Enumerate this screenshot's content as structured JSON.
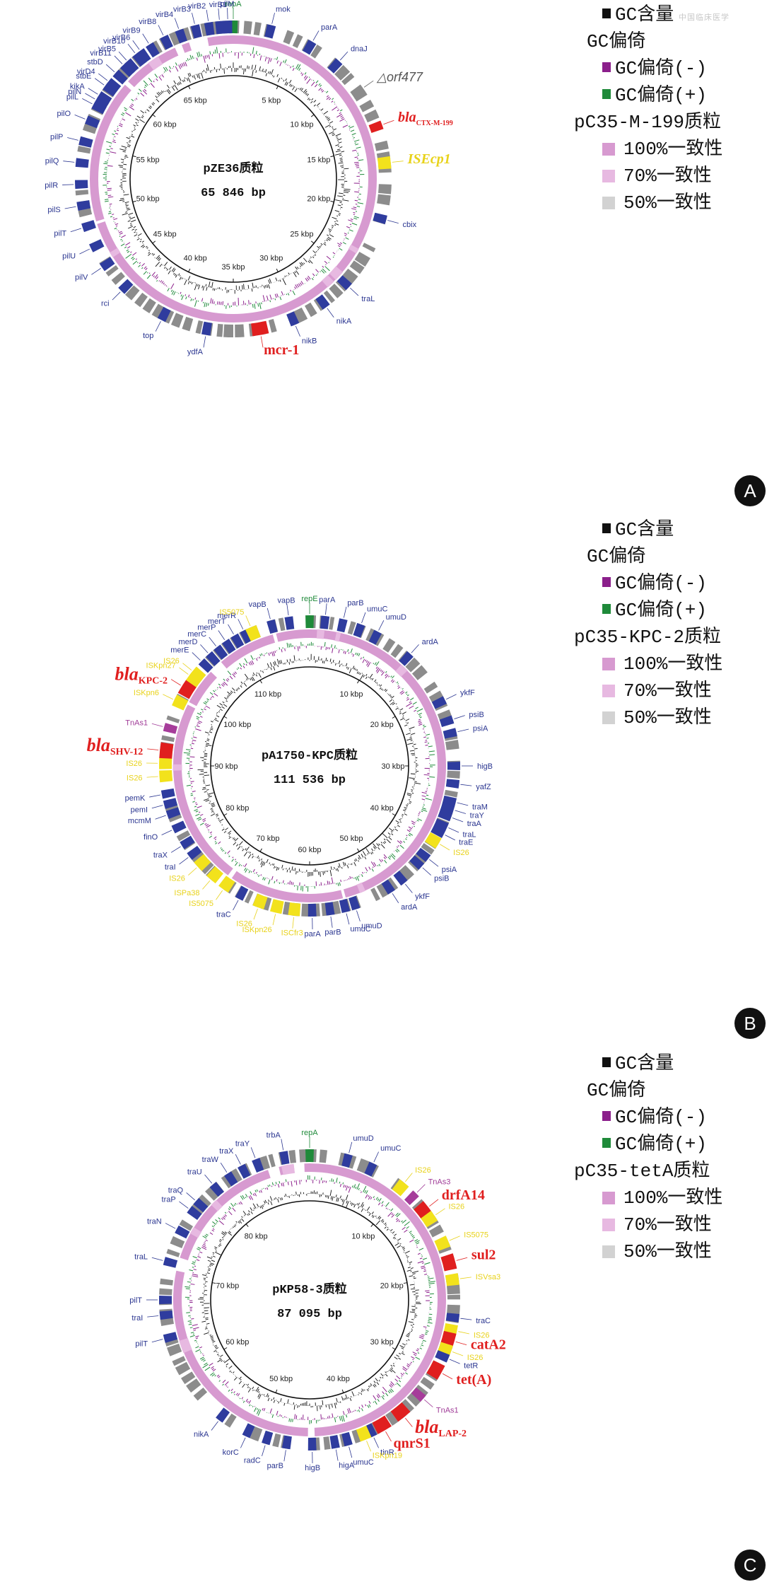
{
  "watermark": "中国临床医学",
  "colors": {
    "gene_blue": "#2f3c9e",
    "gene_gray": "#8c8c8c",
    "gene_red": "#e01f1f",
    "gene_yellow": "#f2e21c",
    "gene_magenta": "#a63c9a",
    "gene_green": "#1f8a3a",
    "label_blue": "#2a3590",
    "label_red": "#e01f1f",
    "label_yellow": "#e8d21a",
    "label_magenta": "#a03c98",
    "label_green": "#1f8a3a",
    "ring_pink": "#d79ad0",
    "ring_light_pink": "#e7b9e1",
    "ring_gray": "#d2d2d2",
    "skew_minus": "#8b1f8b",
    "skew_plus": "#1f8a3a",
    "gc_black": "#111111"
  },
  "panels": [
    {
      "letter": "A",
      "plasmid_name": "pZE36质粒",
      "plasmid_size": "65 846 bp",
      "kbp_labels": [
        "5 kbp",
        "10 kbp",
        "15 kbp",
        "20 kbp",
        "25 kbp",
        "30 kbp",
        "35 kbp",
        "40 kbp",
        "45 kbp",
        "50 kbp",
        "55 kbp",
        "60 kbp",
        "65 kbp"
      ],
      "legend": {
        "gc_content": "GC含量",
        "gc_skew": "GC偏倚",
        "skew_minus": "GC偏倚(-)",
        "skew_plus": "GC偏倚(+)",
        "reference": "pC35-M-199质粒",
        "id100": "100%一致性",
        "id70": "70%一致性",
        "id50": "50%一致性"
      },
      "genes": [
        {
          "label": "repA",
          "color": "green"
        },
        {
          "label": "mok",
          "color": "blue"
        },
        {
          "label": "parA",
          "color": "blue"
        },
        {
          "label": "dnaJ",
          "color": "blue"
        },
        {
          "label": "△orf477",
          "color": "gray",
          "special": "orf"
        },
        {
          "label": "bla",
          "sub": "CTX-M-199",
          "color": "red",
          "special": "bla"
        },
        {
          "label": "ISEcp1",
          "color": "yellow",
          "special": "isecp"
        },
        {
          "label": "cbix",
          "color": "blue"
        },
        {
          "label": "traL",
          "color": "blue"
        },
        {
          "label": "nikA",
          "color": "blue"
        },
        {
          "label": "nikB",
          "color": "blue"
        },
        {
          "label": "mcr-1",
          "color": "red",
          "special": "big"
        },
        {
          "label": "ydfA",
          "color": "blue"
        },
        {
          "label": "top",
          "color": "blue"
        },
        {
          "label": "rci",
          "color": "blue"
        },
        {
          "label": "pilV",
          "color": "blue"
        },
        {
          "label": "pilU",
          "color": "blue"
        },
        {
          "label": "pilT",
          "color": "blue"
        },
        {
          "label": "pilS",
          "color": "blue"
        },
        {
          "label": "pilR",
          "color": "blue"
        },
        {
          "label": "pilQ",
          "color": "blue"
        },
        {
          "label": "pilP",
          "color": "blue"
        },
        {
          "label": "pilO",
          "color": "blue"
        },
        {
          "label": "pilN",
          "color": "blue"
        },
        {
          "label": "virD4",
          "color": "blue"
        },
        {
          "label": "virB11",
          "color": "blue"
        },
        {
          "label": "virB10",
          "color": "blue"
        },
        {
          "label": "virB9",
          "color": "blue"
        },
        {
          "label": "virB8",
          "color": "blue"
        },
        {
          "label": "virB4",
          "color": "blue"
        },
        {
          "label": "virB3",
          "color": "blue"
        },
        {
          "label": "virB2",
          "color": "blue"
        },
        {
          "label": "virB1",
          "color": "blue"
        },
        {
          "label": "pilM",
          "color": "blue"
        },
        {
          "label": "pilL",
          "color": "blue"
        },
        {
          "label": "kikA",
          "color": "blue"
        },
        {
          "label": "stbE",
          "color": "blue"
        },
        {
          "label": "stbD",
          "color": "blue"
        },
        {
          "label": "virB5",
          "color": "blue"
        },
        {
          "label": "virB6",
          "color": "blue"
        }
      ]
    },
    {
      "letter": "B",
      "plasmid_name": "pA1750-KPC质粒",
      "plasmid_size": "111 536 bp",
      "kbp_labels": [
        "10 kbp",
        "20 kbp",
        "30 kbp",
        "40 kbp",
        "50 kbp",
        "60 kbp",
        "70 kbp",
        "80 kbp",
        "90 kbp",
        "100 kbp",
        "110 kbp"
      ],
      "legend": {
        "gc_content": "GC含量",
        "gc_skew": "GC偏倚",
        "skew_minus": "GC偏倚(-)",
        "skew_plus": "GC偏倚(+)",
        "reference": "pC35-KPC-2质粒",
        "id100": "100%一致性",
        "id70": "70%一致性",
        "id50": "50%一致性"
      },
      "genes": [
        {
          "label": "repE",
          "color": "green"
        },
        {
          "label": "parA",
          "color": "blue"
        },
        {
          "label": "parB",
          "color": "blue"
        },
        {
          "label": "umuC",
          "color": "blue"
        },
        {
          "label": "umuD",
          "color": "blue"
        },
        {
          "label": "ardA",
          "color": "blue"
        },
        {
          "label": "ykfF",
          "color": "blue"
        },
        {
          "label": "psiB",
          "color": "blue"
        },
        {
          "label": "psiA",
          "color": "blue"
        },
        {
          "label": "higB",
          "color": "blue"
        },
        {
          "label": "yafZ",
          "color": "blue"
        },
        {
          "label": "traM",
          "color": "blue"
        },
        {
          "label": "traY",
          "color": "blue"
        },
        {
          "label": "traA",
          "color": "blue"
        },
        {
          "label": "traL",
          "color": "blue"
        },
        {
          "label": "traE",
          "color": "blue"
        },
        {
          "label": "IS26",
          "color": "yellow"
        },
        {
          "label": "psiA",
          "color": "blue"
        },
        {
          "label": "psiB",
          "color": "blue"
        },
        {
          "label": "ykfF",
          "color": "blue"
        },
        {
          "label": "ardA",
          "color": "blue"
        },
        {
          "label": "umuD",
          "color": "blue"
        },
        {
          "label": "umuC",
          "color": "blue"
        },
        {
          "label": "parB",
          "color": "blue"
        },
        {
          "label": "parA",
          "color": "blue"
        },
        {
          "label": "ISCfr3",
          "color": "yellow"
        },
        {
          "label": "ISKpn26",
          "color": "yellow"
        },
        {
          "label": "IS26",
          "color": "yellow"
        },
        {
          "label": "traC",
          "color": "blue"
        },
        {
          "label": "IS5075",
          "color": "yellow"
        },
        {
          "label": "ISPa38",
          "color": "yellow"
        },
        {
          "label": "IS26",
          "color": "yellow"
        },
        {
          "label": "traI",
          "color": "blue"
        },
        {
          "label": "traX",
          "color": "blue"
        },
        {
          "label": "finO",
          "color": "blue"
        },
        {
          "label": "mcmM",
          "color": "blue"
        },
        {
          "label": "pemI",
          "color": "blue"
        },
        {
          "label": "pemK",
          "color": "blue"
        },
        {
          "label": "IS26",
          "color": "yellow"
        },
        {
          "label": "IS26",
          "color": "yellow"
        },
        {
          "label": "bla",
          "sub": "SHV-12",
          "color": "red",
          "special": "blabig"
        },
        {
          "label": "TnAs1",
          "color": "magenta"
        },
        {
          "label": "ISKpn6",
          "color": "yellow"
        },
        {
          "label": "bla",
          "sub": "KPC-2",
          "color": "red",
          "special": "blabig"
        },
        {
          "label": "ISKpn27",
          "color": "yellow"
        },
        {
          "label": "IS26",
          "color": "yellow"
        },
        {
          "label": "merE",
          "color": "blue"
        },
        {
          "label": "merD",
          "color": "blue"
        },
        {
          "label": "merC",
          "color": "blue"
        },
        {
          "label": "merP",
          "color": "blue"
        },
        {
          "label": "merT",
          "color": "blue"
        },
        {
          "label": "merR",
          "color": "blue"
        },
        {
          "label": "IS5075",
          "color": "yellow"
        },
        {
          "label": "vapB",
          "color": "blue"
        },
        {
          "label": "vapB",
          "color": "blue"
        }
      ]
    },
    {
      "letter": "C",
      "plasmid_name": "pKP58-3质粒",
      "plasmid_size": "87 095 bp",
      "kbp_labels": [
        "10 kbp",
        "20 kbp",
        "30 kbp",
        "40 kbp",
        "50 kbp",
        "60 kbp",
        "70 kbp",
        "80 kbp"
      ],
      "legend": {
        "gc_content": "GC含量",
        "gc_skew": "GC偏倚",
        "skew_minus": "GC偏倚(-)",
        "skew_plus": "GC偏倚(+)",
        "reference": "pC35-tetA质粒",
        "id100": "100%一致性",
        "id70": "70%一致性",
        "id50": "50%一致性"
      },
      "genes": [
        {
          "label": "repA",
          "color": "green"
        },
        {
          "label": "umuD",
          "color": "blue"
        },
        {
          "label": "umuC",
          "color": "blue"
        },
        {
          "label": "IS26",
          "color": "yellow"
        },
        {
          "label": "TnAs3",
          "color": "magenta"
        },
        {
          "label": "drfA14",
          "color": "red",
          "special": "big"
        },
        {
          "label": "IS26",
          "color": "yellow"
        },
        {
          "label": "IS5075",
          "color": "yellow"
        },
        {
          "label": "sul2",
          "color": "red",
          "special": "big"
        },
        {
          "label": "ISVsa3",
          "color": "yellow"
        },
        {
          "label": "traC",
          "color": "blue"
        },
        {
          "label": "IS26",
          "color": "yellow"
        },
        {
          "label": "catA2",
          "color": "red",
          "special": "big"
        },
        {
          "label": "IS26",
          "color": "yellow"
        },
        {
          "label": "tetR",
          "color": "blue"
        },
        {
          "label": "tet(A)",
          "color": "red",
          "special": "big"
        },
        {
          "label": "TnAs1",
          "color": "magenta"
        },
        {
          "label": "bla",
          "sub": "LAP-2",
          "color": "red",
          "special": "blabig"
        },
        {
          "label": "qnrS1",
          "color": "red",
          "special": "big"
        },
        {
          "label": "tinR",
          "color": "blue"
        },
        {
          "label": "ISKpn19",
          "color": "yellow"
        },
        {
          "label": "umuC",
          "color": "blue"
        },
        {
          "label": "higA",
          "color": "blue"
        },
        {
          "label": "higB",
          "color": "blue"
        },
        {
          "label": "parB",
          "color": "blue"
        },
        {
          "label": "radC",
          "color": "blue"
        },
        {
          "label": "korC",
          "color": "blue"
        },
        {
          "label": "nikA",
          "color": "blue"
        },
        {
          "label": "pilT",
          "color": "blue"
        },
        {
          "label": "traI",
          "color": "blue"
        },
        {
          "label": "pilT",
          "color": "blue"
        },
        {
          "label": "traL",
          "color": "blue"
        },
        {
          "label": "traN",
          "color": "blue"
        },
        {
          "label": "traP",
          "color": "blue"
        },
        {
          "label": "traQ",
          "color": "blue"
        },
        {
          "label": "traU",
          "color": "blue"
        },
        {
          "label": "traW",
          "color": "blue"
        },
        {
          "label": "traX",
          "color": "blue"
        },
        {
          "label": "traY",
          "color": "blue"
        },
        {
          "label": "trbA",
          "color": "blue"
        }
      ]
    }
  ]
}
